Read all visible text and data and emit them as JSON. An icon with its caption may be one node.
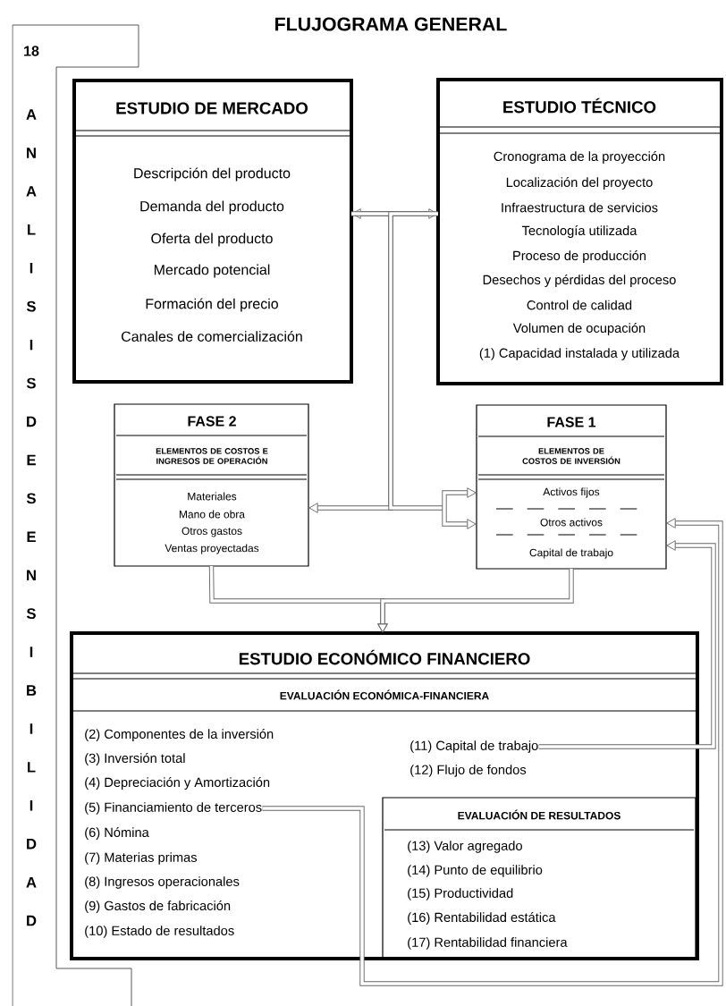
{
  "diagram": {
    "title": "FLUJOGRAMA GENERAL",
    "nodes": [
      {
        "text": [
          "18",
          "ANALISIS DE SENSIBILIDAD"
        ]
      },
      {
        "text": [
          "ESTUDIO DE MERCADO",
          "Descripción del producto",
          "Demanda del producto",
          "Oferta del producto",
          "Mercado potencial",
          "Formación del precio",
          "Canales de comercialización"
        ]
      },
      {
        "text": [
          "ESTUDIO TÉCNICO",
          "Cronograma de la proyección",
          "Localización del proyecto",
          "Infraestructura de servicios",
          "Tecnología utilizada",
          "Proceso de producción",
          "Desechos y pérdidas del proceso",
          "Control de calidad",
          "Volumen de ocupación",
          "(1) Capacidad instalada y utilizada"
        ]
      },
      {
        "text": [
          "FASE 2",
          "ELEMENTOS DE COSTOS E INGRESOS DE OPERACIÓN",
          "Materiales",
          "Mano de obra",
          "Otros gastos",
          "Ventas proyectadas"
        ]
      },
      {
        "text": [
          "FASE 1",
          "ELEMENTOS DE COSTOS DE INVERSIÓN",
          "Activos fijos",
          "Otros activos",
          "Capital de trabajo"
        ]
      },
      {
        "text": [
          "ESTUDIO ECONÓMICO FINANCIERO",
          "EVALUACIÓN ECONÓMICA-FINANCIERA",
          "(2) Componentes de la inversión",
          "(3) Inversión total",
          "(4) Depreciación y Amortización",
          "(6) Nómina",
          "(7) Materias primas",
          "(8) Ingresos operacionales",
          "(9) Gastos de fabricación",
          "(10) Estado de resultados",
          "(12) Flujo de fondos"
        ]
      },
      {
        "text": [
          "(11) Capital de trabajo"
        ],
        "in": 5
      },
      {
        "text": [
          "(5) Financiamiento de terceros"
        ],
        "in": 5
      },
      {
        "text": [
          "EVALUACIÓN DE RESULTADOS",
          "(13) Valor agregado",
          "(14) Punto de equilibrio",
          "(15) Productividad",
          "(16) Rentabilidad estática",
          "(17) Rentabilidad financiera"
        ],
        "in": 5
      }
    ],
    "edges": [
      {
        "from": 1,
        "to": 2,
        "arrow": "both"
      },
      {
        "from": 1,
        "to": 3,
        "arrow": "to"
      },
      {
        "from": 2,
        "to": 4,
        "arrow": "to"
      },
      {
        "from": 3,
        "to": 5,
        "arrow": "to"
      },
      {
        "from": 4,
        "to": 5,
        "arrow": "to"
      },
      {
        "from": 6,
        "to": 4,
        "arrow": "to"
      },
      {
        "from": 7,
        "to": 4,
        "arrow": "to"
      }
    ]
  }
}
